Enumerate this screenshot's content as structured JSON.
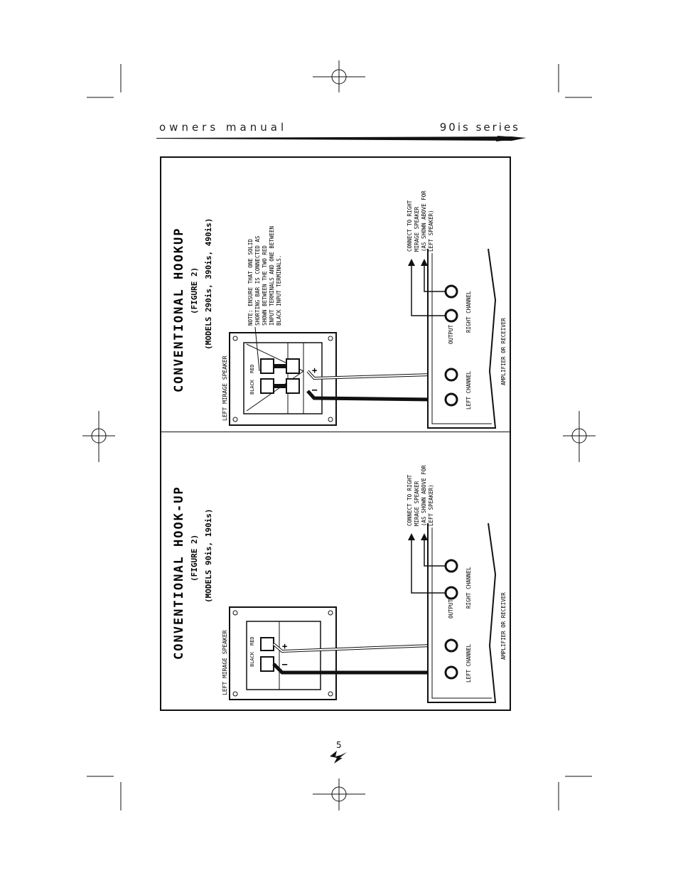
{
  "header": {
    "left": "owners manual",
    "right": "90is series"
  },
  "page_number": "5",
  "top_panel": {
    "title": "CONVENTIONAL HOOKUP",
    "figure": "(FIGURE 2)",
    "models": "(MODELS 290is, 390is, 490is)",
    "speaker_label": "LEFT MIRAGE SPEAKER",
    "terminal_black": "BLACK",
    "terminal_red": "RED",
    "plus": "+",
    "minus": "–",
    "note": [
      "NOTE: ENSURE THAT ONE SOLID",
      "SHORTING BAR IS CONNECTED AS",
      "SHOWN BETWEEN THE TWO RED",
      "INPUT TERMINALS AND ONE BETWEEN",
      "BLACK INPUT TERMINALS."
    ],
    "connect": [
      "CONNECT TO RIGHT",
      "MIRAGE SPEAKER",
      "(AS SHOWN ABOVE FOR",
      "LEFT SPEAKER)"
    ],
    "left_channel": "LEFT CHANNEL",
    "right_channel": "RIGHT CHANNEL",
    "output": "OUTPUT",
    "amplifier": "AMPLIFIER OR RECEIVER"
  },
  "bottom_panel": {
    "title": "CONVENTIONAL HOOK-UP",
    "figure": "(FIGURE 2)",
    "models": "(MODELS 90is, 190is)",
    "speaker_label": "LEFT MIRAGE SPEAKER",
    "terminal_black": "BLACK",
    "terminal_red": "RED",
    "plus": "+",
    "minus": "–",
    "connect": [
      "CONNECT TO RIGHT",
      "MIRAGE SPEAKER",
      "(AS SHOWN ABOVE FOR",
      "LEFT SPEAKER)"
    ],
    "left_channel": "LEFT CHANNEL",
    "right_channel": "RIGHT CHANNEL",
    "output": "OUTPUT",
    "amplifier": "AMPLIFIER OR RECEIVER"
  }
}
